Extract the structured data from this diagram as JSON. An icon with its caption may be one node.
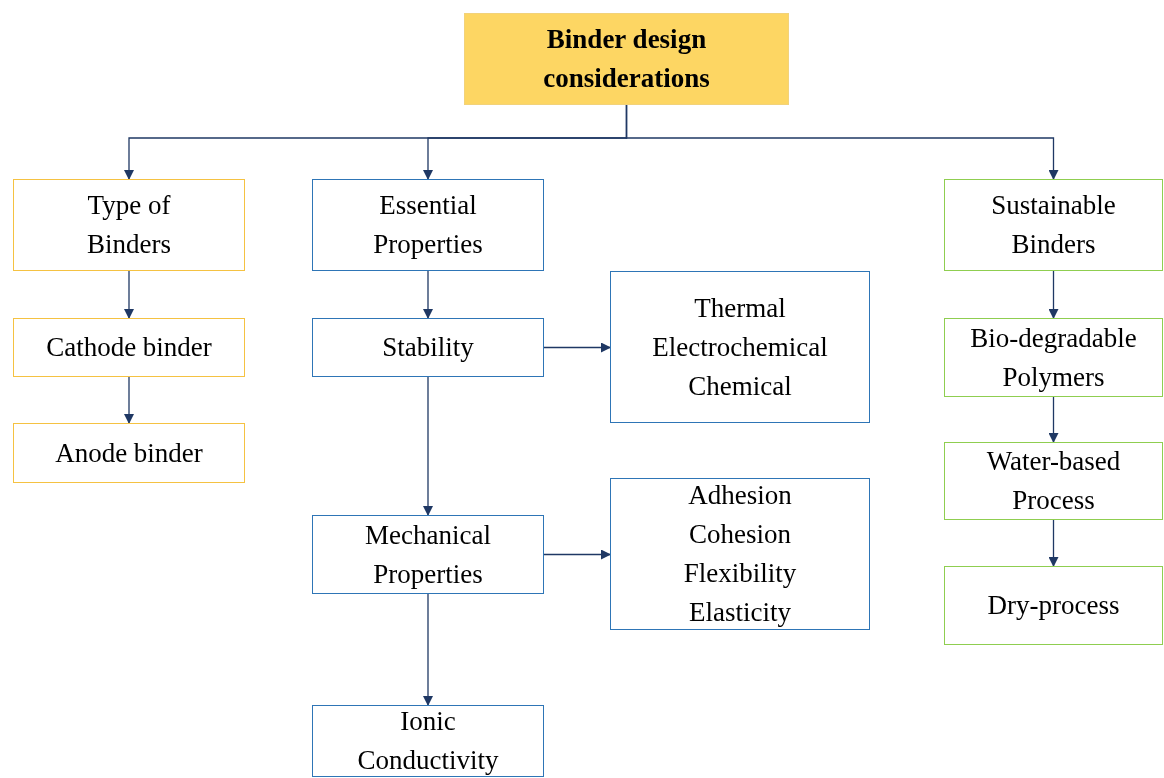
{
  "diagram": {
    "nodes": [
      {
        "text": [
          "Binder design considerations"
        ]
      },
      {
        "text": [
          "Type of Binders"
        ]
      },
      {
        "text": [
          "Cathode binder"
        ]
      },
      {
        "text": [
          "Anode binder"
        ]
      },
      {
        "text": [
          "Essential Properties"
        ]
      },
      {
        "text": [
          "Stability"
        ]
      },
      {
        "text": [
          "Thermal",
          "Electrochemical",
          "Chemical"
        ]
      },
      {
        "text": [
          "Mechanical Properties"
        ]
      },
      {
        "text": [
          "Adhesion",
          "Cohesion",
          "Flexibility",
          "Elasticity"
        ]
      },
      {
        "text": [
          "Ionic Conductivity"
        ]
      },
      {
        "text": [
          "Sustainable Binders"
        ]
      },
      {
        "text": [
          "Bio-degradable Polymers"
        ]
      },
      {
        "text": [
          "Water-based Process"
        ]
      },
      {
        "text": [
          "Dry-process"
        ]
      }
    ],
    "edges": [
      {
        "from": 0,
        "to": 1,
        "arrow": "to"
      },
      {
        "from": 0,
        "to": 4,
        "arrow": "to"
      },
      {
        "from": 0,
        "to": 10,
        "arrow": "to"
      },
      {
        "from": 1,
        "to": 2,
        "arrow": "to"
      },
      {
        "from": 2,
        "to": 3,
        "arrow": "to"
      },
      {
        "from": 4,
        "to": 5,
        "arrow": "to"
      },
      {
        "from": 5,
        "to": 6,
        "arrow": "to"
      },
      {
        "from": 5,
        "to": 7,
        "arrow": "to"
      },
      {
        "from": 7,
        "to": 8,
        "arrow": "to"
      },
      {
        "from": 7,
        "to": 9,
        "arrow": "to"
      },
      {
        "from": 10,
        "to": 11,
        "arrow": "to"
      },
      {
        "from": 11,
        "to": 12,
        "arrow": "to"
      },
      {
        "from": 12,
        "to": 13,
        "arrow": "to"
      }
    ]
  }
}
